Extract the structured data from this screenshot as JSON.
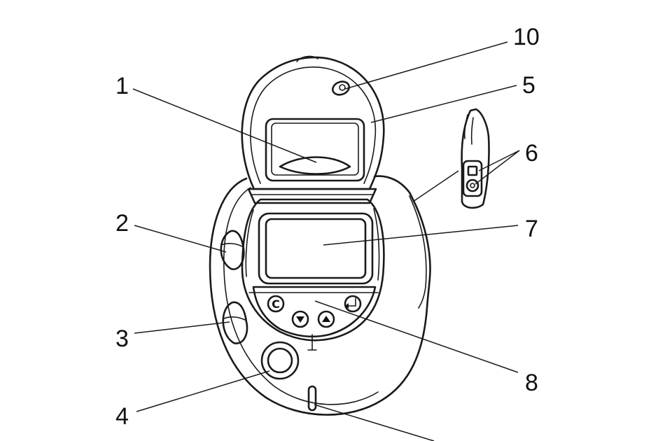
{
  "callouts": [
    {
      "id": "1",
      "label": "1"
    },
    {
      "id": "2",
      "label": "2"
    },
    {
      "id": "3",
      "label": "3"
    },
    {
      "id": "4",
      "label": "4"
    },
    {
      "id": "5",
      "label": "5"
    },
    {
      "id": "6",
      "label": "6"
    },
    {
      "id": "7",
      "label": "7"
    },
    {
      "id": "8",
      "label": "8"
    },
    {
      "id": "10",
      "label": "10"
    }
  ],
  "buttons": {
    "clear": "C"
  }
}
